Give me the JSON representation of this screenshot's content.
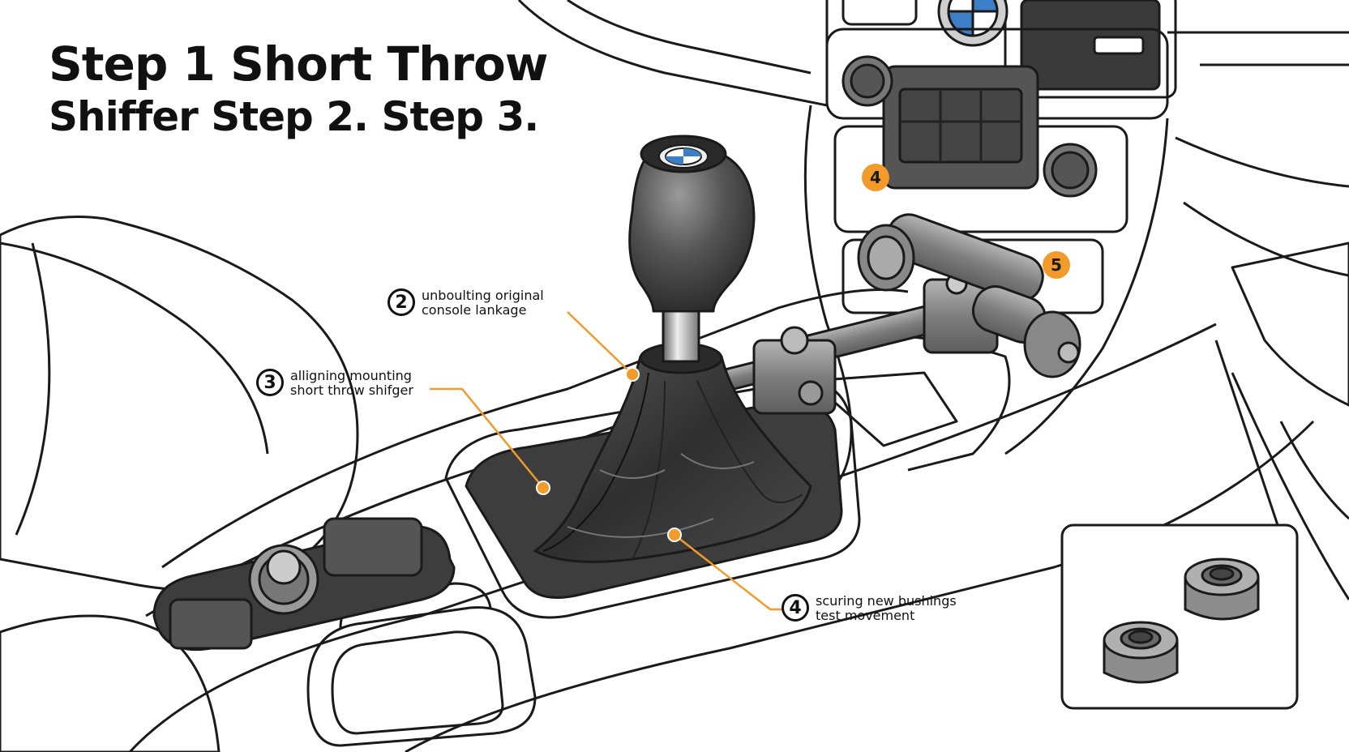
{
  "title": {
    "line1": "Step 1 Short Throw",
    "line2": "Shiffer Step 2. Step 3."
  },
  "callouts": [
    {
      "number": "2",
      "line1": "unboulting original",
      "line2": "console lankage"
    },
    {
      "number": "3",
      "line1": "alligning mounting",
      "line2": "short throw shifger"
    },
    {
      "number": "4",
      "line1": "scuring new bushings",
      "line2": "test movement"
    }
  ],
  "badges": [
    {
      "number": "4"
    },
    {
      "number": "5"
    }
  ],
  "colors": {
    "accent": "#f29a2a",
    "line": "#1a1a1a",
    "boot": "#3a3a3a",
    "metal": "#8a8a8a"
  },
  "icons": [
    "bmw-roundel-icon",
    "bushing-icon"
  ]
}
